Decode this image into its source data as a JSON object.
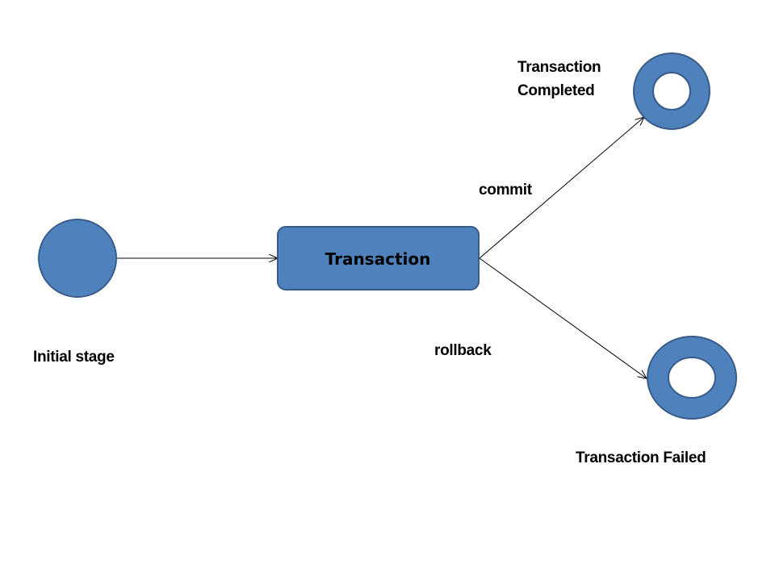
{
  "diagram": {
    "colors": {
      "node_fill": "#4F81BD",
      "node_stroke": "#385D8A",
      "edge": "#000000",
      "hole": "#FFFFFF"
    },
    "nodes": {
      "initial": {
        "label": "Initial stage",
        "shape": "filled-circle"
      },
      "transaction": {
        "label": "Transaction",
        "shape": "rounded-rectangle"
      },
      "completed": {
        "label_line1": "Transaction",
        "label_line2": "Completed",
        "shape": "donut"
      },
      "failed": {
        "label": "Transaction Failed",
        "shape": "donut"
      }
    },
    "edges": {
      "start": {
        "from": "Initial stage",
        "to": "Transaction",
        "label": ""
      },
      "commit": {
        "from": "Transaction",
        "to": "Transaction Completed",
        "label": "commit"
      },
      "rollback": {
        "from": "Transaction",
        "to": "Transaction Failed",
        "label": "rollback"
      }
    }
  }
}
